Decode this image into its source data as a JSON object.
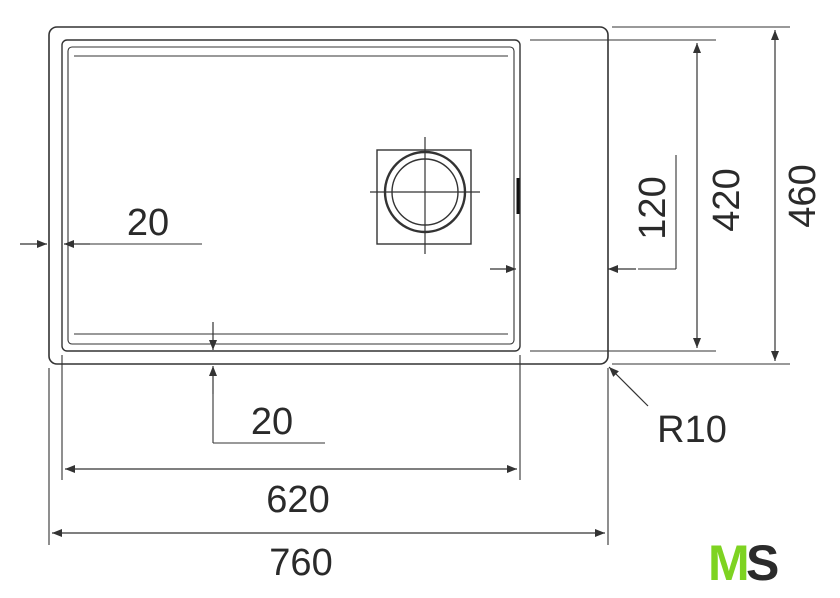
{
  "drawing": {
    "dimensions": {
      "overall_width": "760",
      "bowl_width": "620",
      "overall_depth": "460",
      "bowl_depth": "420",
      "drain_offset": "120",
      "side_margin": "20",
      "bottom_margin": "20",
      "corner_radius": "R10"
    },
    "colors": {
      "line": "#333333",
      "text": "#2a2a2a",
      "logo_green": "#7ed321",
      "logo_dark": "#2b2b2b"
    }
  },
  "logo": {
    "letter_1": "M",
    "letter_2": "S"
  }
}
